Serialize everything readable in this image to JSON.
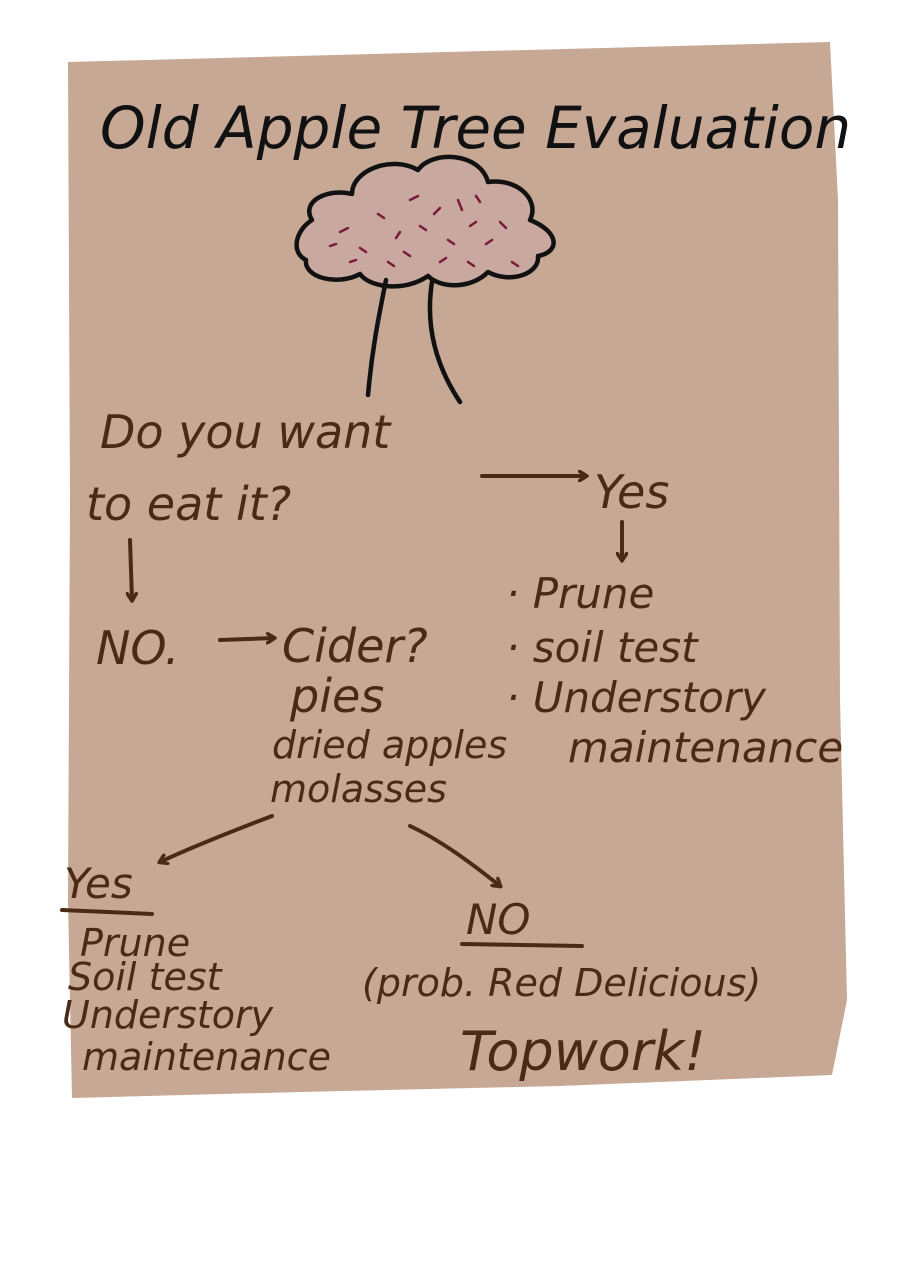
{
  "colors": {
    "paper": "#c6a894",
    "ink_title": "#111111",
    "ink_body": "#4a2a14",
    "canopy_fill": "#c9a8a0",
    "canopy_speckle": "#7a1a3a"
  },
  "title": "Old Apple Tree Evaluation",
  "illustration": {
    "icon": "apple-tree-drawing"
  },
  "question": {
    "line1": "Do you want",
    "line2": "to eat it?"
  },
  "yes_branch": {
    "label": "Yes",
    "items": [
      "· Prune",
      "· soil test",
      "· Understory",
      "maintenance"
    ]
  },
  "no_branch": {
    "label": "NO.",
    "question_items": [
      "Cider?",
      "pies",
      "dried apples",
      "molasses"
    ]
  },
  "second_yes": {
    "label": "Yes",
    "items": [
      "Prune",
      "Soil test",
      "Understory",
      "maintenance"
    ]
  },
  "second_no": {
    "label": "NO",
    "note": "(prob. Red Delicious)",
    "action": "Topwork!"
  }
}
